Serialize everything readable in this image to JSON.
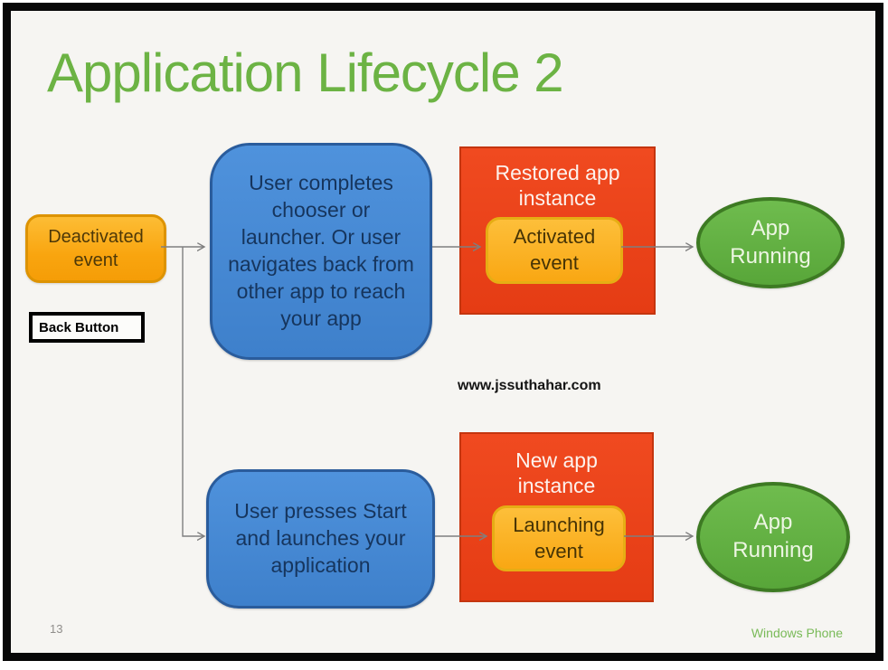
{
  "slide": {
    "title": "Application Lifecycle 2",
    "page_number": "13",
    "brand": "Windows Phone",
    "watermark": "www.jssuthahar.com"
  },
  "nodes": {
    "deactivated_event": "Deactivated event",
    "back_button": "Back Button",
    "top_flow": {
      "condition": "User completes chooser or launcher. Or user navigates back from other app to reach your app",
      "instance_label": "Restored app instance",
      "event_label": "Activated event",
      "state_label": "App Running"
    },
    "bottom_flow": {
      "condition": "User presses Start and launches your application",
      "instance_label": "New app instance",
      "event_label": "Launching event",
      "state_label": "App Running"
    }
  },
  "colors": {
    "title_green": "#6CB344",
    "event_orange_fill": "#F9A50F",
    "event_orange_border": "#DD9302",
    "instance_red_fill": "#E8421B",
    "condition_blue_fill": "#4184D2",
    "condition_blue_border": "#2A5C9C",
    "condition_text_navy": "#16355D",
    "state_green_fill": "#61AE41",
    "state_green_border": "#3D7A23",
    "arrow_gray": "#7F7F7F",
    "slide_background": "#F6F5F2",
    "frame_black": "#070707",
    "brand_green": "#79BA58",
    "back_button_border": "#000000"
  }
}
